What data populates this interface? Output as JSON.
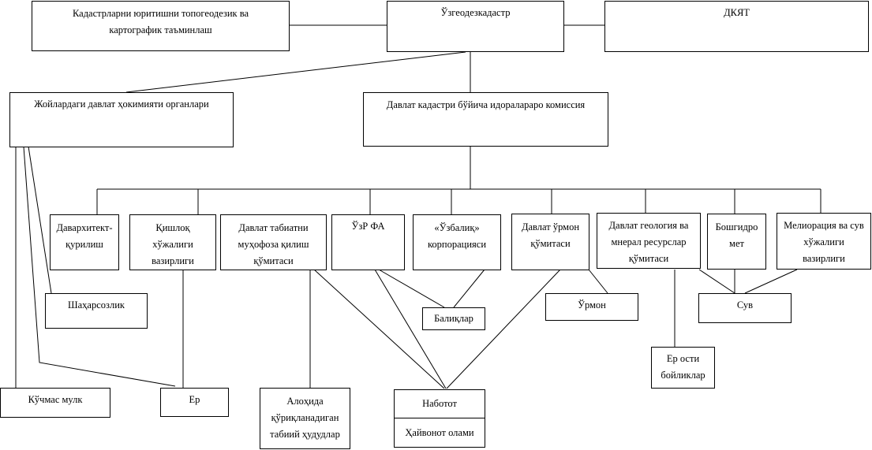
{
  "top": {
    "topo": "Кадастрларни юритишни топогеодезик ва картографик таъминлаш",
    "center": "Ўзгеодезкадастр",
    "dkyat": "ДКЯТ"
  },
  "second": {
    "local": "Жойлардаги давлат ҳокимияти органлари",
    "commission": "Давлат кадастри бўйича идораларaро комиссия"
  },
  "agencies": [
    "Даварxитект-қурилиш",
    "Қишлоқ хўжалиги вазирлиги",
    "Давлат табиатни муҳофоза қилиш қўмитаси",
    "ЎзР ФА",
    "«Ўзбалиқ» корпорацияси",
    "Давлат ўрмон қўмитаси",
    "Давлат геология ва мнерал ресурслар қўмитаси",
    "Бошгидро мет",
    "Мелиорация ва сув хўжалиги вазирлиги"
  ],
  "objects": {
    "urban": "Шаҳарсозлик",
    "fish": "Балиқлар",
    "forest": "Ўрмон",
    "water": "Сув",
    "underground": "Ер ости бойликлар",
    "realty": "Кўчмас мулк",
    "land": "Ер",
    "protected": "Алоҳида қўриқланадиган табиий ҳудудлар",
    "flora": "Наботот",
    "fauna": "Ҳайвонот олами"
  }
}
